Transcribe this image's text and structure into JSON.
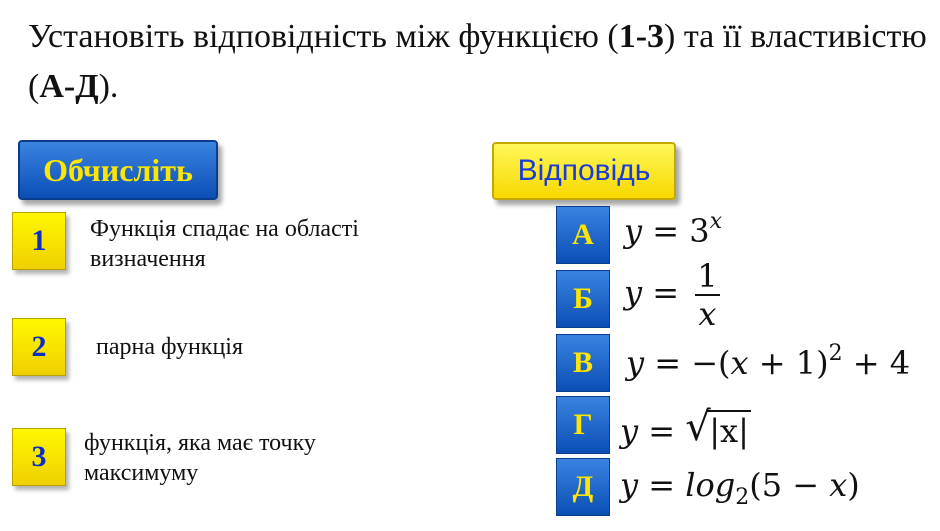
{
  "title": {
    "part1": "Установіть відповідність між функцією (",
    "bold1": "1-3",
    "part2": ") та її властивістю (",
    "bold2": "А-Д",
    "part3": ")."
  },
  "buttons": {
    "calculate": "Обчисліть",
    "answer": "Відповідь"
  },
  "properties": [
    {
      "num": "1",
      "text": "Функція спадає на області визначення"
    },
    {
      "num": "2",
      "text": "парна функція"
    },
    {
      "num": "3",
      "text": "функція, яка має точку максимуму"
    }
  ],
  "options": [
    {
      "letter": "А",
      "lhs": "y",
      "eq": " = ",
      "base": "3",
      "exp": "x"
    },
    {
      "letter": "Б",
      "lhs": "y",
      "eq": " = ",
      "numer": "1",
      "denom": "x"
    },
    {
      "letter": "В",
      "lhs": "y",
      "eq": " = −(",
      "var": "x",
      "rest": " + 1)",
      "exp": "2",
      "tail": " + 4"
    },
    {
      "letter": "Г",
      "lhs": "y",
      "eq": " = ",
      "under": "|x|"
    },
    {
      "letter": "Д",
      "lhs": "y",
      "eq": " = ",
      "fn": "log",
      "sub": "2",
      "arg": "(5 − ",
      "var": "x",
      "close": ")"
    }
  ]
}
